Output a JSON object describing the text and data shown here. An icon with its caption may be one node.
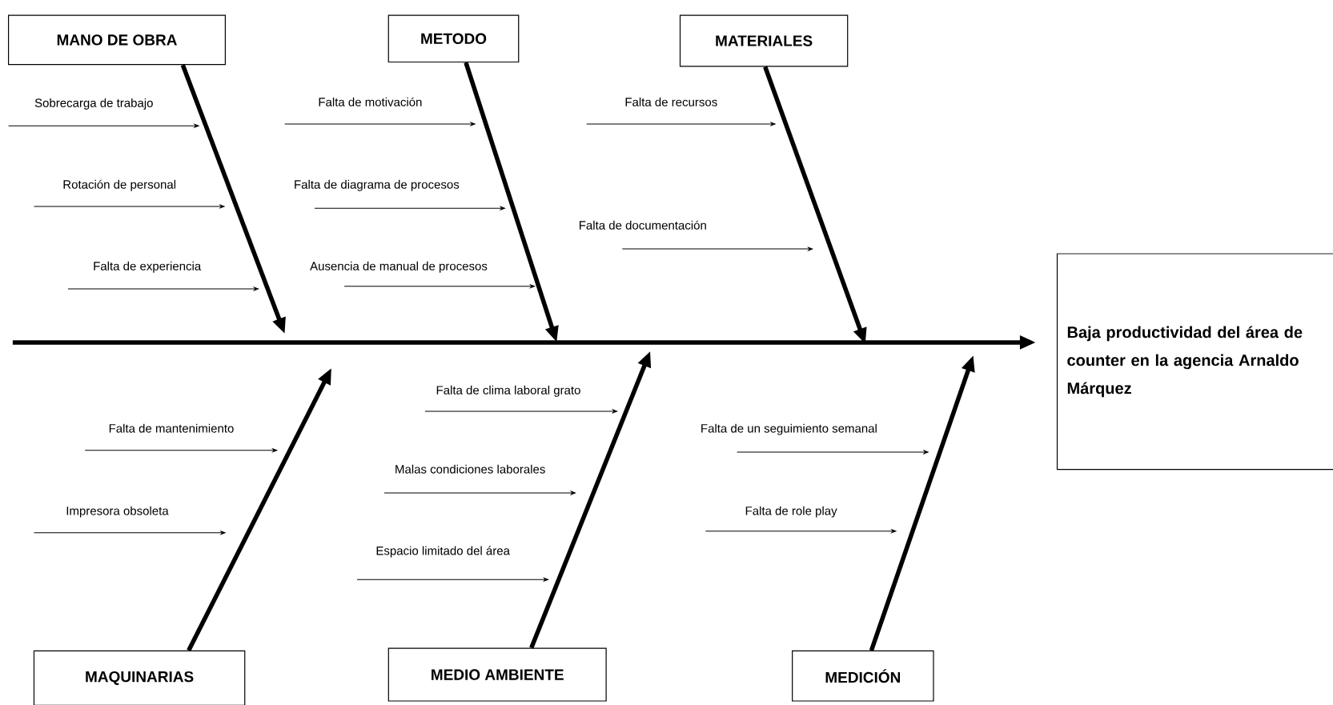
{
  "diagram": {
    "nodes": [
      {
        "text": [
          "MANO DE OBRA"
        ]
      },
      {
        "text": [
          "Sobrecarga de trabajo"
        ]
      },
      {
        "text": [
          "Rotación de personal"
        ]
      },
      {
        "text": [
          "Falta de experiencia"
        ]
      },
      {
        "text": [
          "METODO"
        ]
      },
      {
        "text": [
          "Falta de motivación"
        ]
      },
      {
        "text": [
          "Falta de diagrama de procesos"
        ]
      },
      {
        "text": [
          "Ausencia de manual de procesos"
        ]
      },
      {
        "text": [
          "MATERIALES"
        ]
      },
      {
        "text": [
          "Falta de recursos"
        ]
      },
      {
        "text": [
          "Falta de documentación"
        ]
      },
      {
        "text": [
          "MAQUINARIAS"
        ]
      },
      {
        "text": [
          "Falta de mantenimiento"
        ]
      },
      {
        "text": [
          "Impresora obsoleta"
        ]
      },
      {
        "text": [
          "MEDIO AMBIENTE"
        ]
      },
      {
        "text": [
          "Falta de clima laboral grato"
        ]
      },
      {
        "text": [
          "Malas condiciones laborales"
        ]
      },
      {
        "text": [
          "Espacio limitado del área"
        ]
      },
      {
        "text": [
          "MEDICIÓN"
        ]
      },
      {
        "text": [
          "Falta de un seguimiento semanal"
        ]
      },
      {
        "text": [
          "Falta de role play"
        ]
      },
      {
        "text": [
          "Baja productividad del área de counter en la agencia Arnaldo Márquez"
        ]
      }
    ],
    "edges": [
      {
        "from": 0,
        "to": null,
        "arrow": "to",
        "style": "thick"
      },
      {
        "from": 4,
        "to": null,
        "arrow": "to",
        "style": "thick"
      },
      {
        "from": 8,
        "to": null,
        "arrow": "to",
        "style": "thick"
      },
      {
        "from": 11,
        "to": null,
        "arrow": "to",
        "style": "thick"
      },
      {
        "from": 14,
        "to": null,
        "arrow": "to",
        "style": "thick"
      },
      {
        "from": 18,
        "to": null,
        "arrow": "to",
        "style": "thick"
      },
      {
        "from": null,
        "to": 21,
        "arrow": "to",
        "style": "thick"
      },
      {
        "from": 1,
        "to": null,
        "arrow": "to"
      },
      {
        "from": 2,
        "to": null,
        "arrow": "to"
      },
      {
        "from": 3,
        "to": null,
        "arrow": "to"
      },
      {
        "from": 5,
        "to": null,
        "arrow": "to"
      },
      {
        "from": 6,
        "to": null,
        "arrow": "to"
      },
      {
        "from": 7,
        "to": null,
        "arrow": "to"
      },
      {
        "from": 9,
        "to": null,
        "arrow": "to"
      },
      {
        "from": 10,
        "to": null,
        "arrow": "to"
      },
      {
        "from": 12,
        "to": null,
        "arrow": "to"
      },
      {
        "from": 13,
        "to": null,
        "arrow": "to"
      },
      {
        "from": 15,
        "to": null,
        "arrow": "to"
      },
      {
        "from": 16,
        "to": null,
        "arrow": "to"
      },
      {
        "from": 17,
        "to": null,
        "arrow": "to"
      },
      {
        "from": 19,
        "to": null,
        "arrow": "to"
      },
      {
        "from": 20,
        "to": null,
        "arrow": "to"
      }
    ]
  }
}
